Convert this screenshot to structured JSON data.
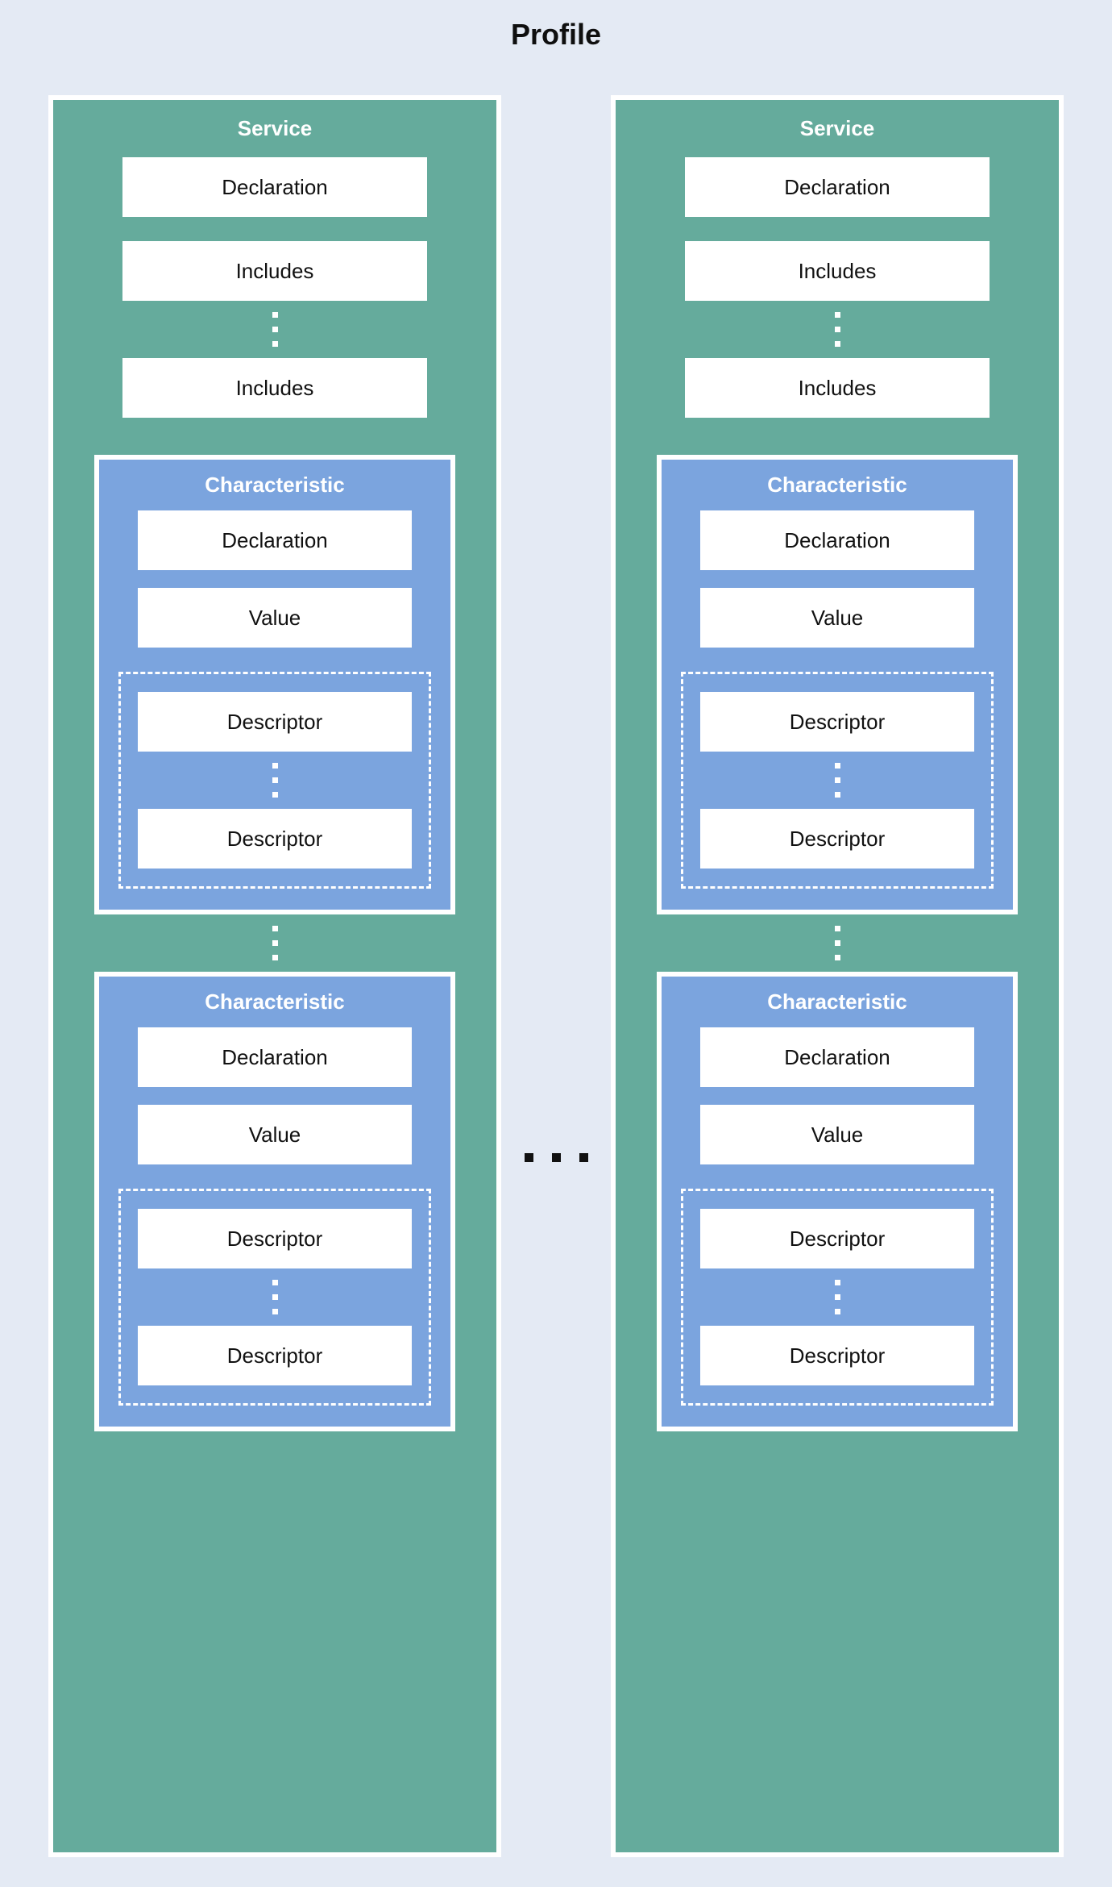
{
  "diagram": {
    "title": "Profile",
    "colors": {
      "background": "#e4eaf4",
      "service_fill": "#65ab9c",
      "characteristic_fill": "#7ba4de",
      "leaf_fill": "#ffffff",
      "border": "#ffffff",
      "text_dark": "#111111",
      "text_light": "#ffffff"
    },
    "column_separator": {
      "name": "horizontal-ellipsis",
      "glyph": "...",
      "dot_count": 3,
      "meaning": "more services"
    },
    "services": [
      {
        "title": "Service",
        "declaration_label": "Declaration",
        "includes": [
          {
            "label": "Includes"
          },
          {
            "label": "Includes"
          }
        ],
        "includes_ellipsis": {
          "name": "vertical-ellipsis",
          "dot_count": 3,
          "meaning": "more includes"
        },
        "characteristics_ellipsis": {
          "name": "vertical-ellipsis",
          "dot_count": 3,
          "meaning": "more characteristics"
        },
        "characteristics": [
          {
            "title": "Characteristic",
            "declaration_label": "Declaration",
            "value_label": "Value",
            "descriptors": [
              {
                "label": "Descriptor"
              },
              {
                "label": "Descriptor"
              }
            ],
            "descriptor_ellipsis": {
              "name": "vertical-ellipsis",
              "dot_count": 3,
              "meaning": "more descriptors"
            }
          },
          {
            "title": "Characteristic",
            "declaration_label": "Declaration",
            "value_label": "Value",
            "descriptors": [
              {
                "label": "Descriptor"
              },
              {
                "label": "Descriptor"
              }
            ],
            "descriptor_ellipsis": {
              "name": "vertical-ellipsis",
              "dot_count": 3,
              "meaning": "more descriptors"
            }
          }
        ]
      },
      {
        "title": "Service",
        "declaration_label": "Declaration",
        "includes": [
          {
            "label": "Includes"
          },
          {
            "label": "Includes"
          }
        ],
        "includes_ellipsis": {
          "name": "vertical-ellipsis",
          "dot_count": 3,
          "meaning": "more includes"
        },
        "characteristics_ellipsis": {
          "name": "vertical-ellipsis",
          "dot_count": 3,
          "meaning": "more characteristics"
        },
        "characteristics": [
          {
            "title": "Characteristic",
            "declaration_label": "Declaration",
            "value_label": "Value",
            "descriptors": [
              {
                "label": "Descriptor"
              },
              {
                "label": "Descriptor"
              }
            ],
            "descriptor_ellipsis": {
              "name": "vertical-ellipsis",
              "dot_count": 3,
              "meaning": "more descriptors"
            }
          },
          {
            "title": "Characteristic",
            "declaration_label": "Declaration",
            "value_label": "Value",
            "descriptors": [
              {
                "label": "Descriptor"
              },
              {
                "label": "Descriptor"
              }
            ],
            "descriptor_ellipsis": {
              "name": "vertical-ellipsis",
              "dot_count": 3,
              "meaning": "more descriptors"
            }
          }
        ]
      }
    ]
  }
}
